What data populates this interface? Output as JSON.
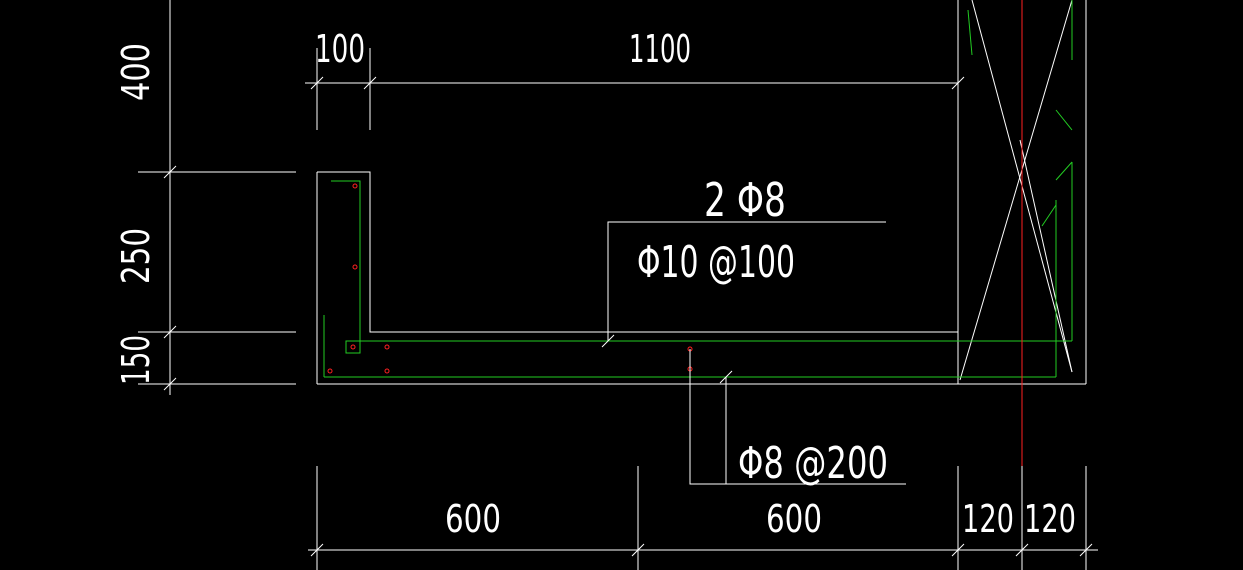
{
  "drawing": {
    "dimensions": {
      "top_left": "100",
      "top_main": "1100",
      "left_top": "400",
      "left_mid": "250",
      "left_bottom": "150",
      "bottom_1": "600",
      "bottom_2": "600",
      "bottom_3": "120",
      "bottom_4": "120"
    },
    "rebar_labels": {
      "top_bars": "2 Φ8",
      "stirrups": "Φ10 @100",
      "bottom_bars": "Φ8 @200"
    },
    "colors": {
      "background": "#000000",
      "lines": "#ffffff",
      "rebar": "#22cc22",
      "points": "#ff2020",
      "axis": "#ff0000"
    }
  }
}
